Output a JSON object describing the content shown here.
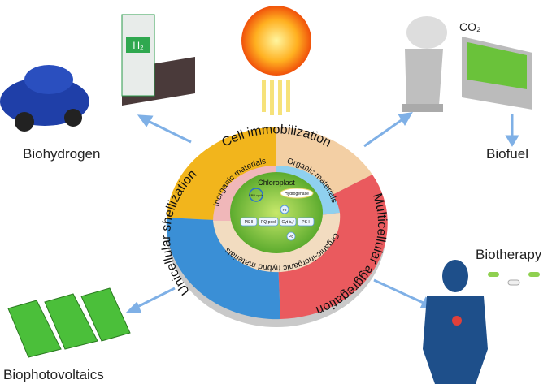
{
  "outputs": {
    "biohydrogen": "Biohydrogen",
    "biofuel": "Biofuel",
    "biophotovoltaics": "Biophotovoltaics",
    "biotherapy": "Biotherapy",
    "co2": "CO₂",
    "h2": "H₂"
  },
  "outer_ring": {
    "top": "Cell immobilization",
    "right": "Multicellular aggregation",
    "left": "Unicellular shellization"
  },
  "middle_ring": {
    "left": "Inorganic materials",
    "right": "Organic materials",
    "bottom": "Organic-inorganic hybrid materials"
  },
  "chloroplast": {
    "title": "Chloroplast",
    "cbb": "CBB cycle",
    "hydrogenase": "Hydrogenase",
    "fd": "Fd",
    "psii": "PS II",
    "pq": "PQ pool",
    "cyt": "Cyt b₆f",
    "psi": "PS I",
    "pc": "Pc"
  },
  "colors": {
    "gold": "#f2b51c",
    "peach": "#f3cfa4",
    "red": "#ea5a5e",
    "blue": "#3a8fd6",
    "pink": "#f0b7b9",
    "lightblue": "#8fd0ef",
    "beige": "#f2dcc0",
    "green": "#7cc142"
  }
}
